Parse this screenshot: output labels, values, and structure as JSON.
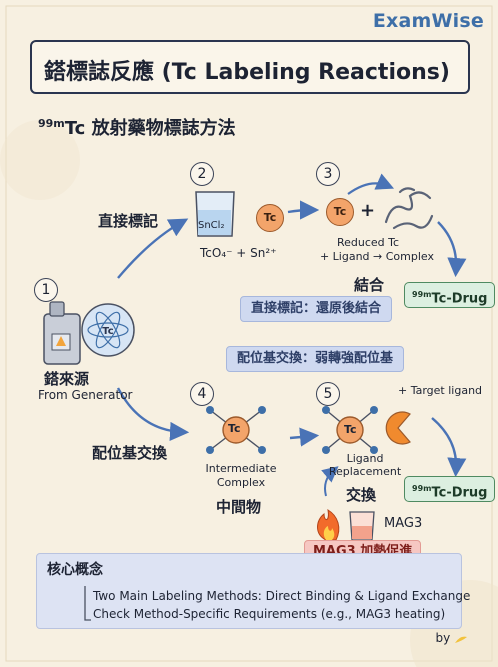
{
  "brand": "ExamWise",
  "title": "鎝標誌反應 (Tc Labeling Reactions)",
  "section": {
    "sup": "99m",
    "text": "Tc 放射藥物標誌方法"
  },
  "steps": {
    "s1": {
      "num": "1",
      "label_zh": "鎝來源",
      "label_en": "From Generator"
    },
    "s2": {
      "num": "2",
      "vial": "SnCl₂",
      "tc": "Tc",
      "reaction": "TcO₄⁻ + Sn²⁺"
    },
    "s3": {
      "num": "3",
      "tc": "Tc",
      "plus": "+",
      "line1": "Reduced Tc",
      "line2": "+ Ligand → Complex",
      "label_zh": "結合"
    },
    "s4": {
      "num": "4",
      "tc": "Tc",
      "line1": "Intermediate",
      "line2": "Complex",
      "label_zh": "中間物"
    },
    "s5": {
      "num": "5",
      "tc": "Tc",
      "target": "+ Target ligand",
      "line1": "Ligand",
      "line2": "Replacement",
      "label_zh": "交換",
      "mag3": "MAG3"
    }
  },
  "route_labels": {
    "direct": "直接標記",
    "exchange": "配位基交換"
  },
  "banners": {
    "direct": "直接標記：還原後結合",
    "exchange": "配位基交換：弱轉強配位基",
    "mag3": "MAG3 加熱促進"
  },
  "drug": {
    "sup": "99m",
    "text": "Tc-Drug"
  },
  "concept": {
    "title": "核心概念",
    "lines": [
      "Two Main Labeling Methods: Direct Binding & Ligand Exchange",
      "Check Method-Specific Requirements (e.g., MAG3 heating)"
    ]
  },
  "footer": {
    "by": "by"
  }
}
